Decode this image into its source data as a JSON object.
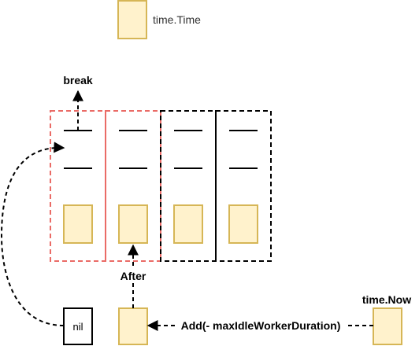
{
  "legend": {
    "label": "time.Time"
  },
  "labels": {
    "break": "break",
    "after": "After",
    "nil": "nil",
    "add": "Add(- maxIdleWorkerDuration)",
    "now": "time.Now"
  },
  "colors": {
    "box_fill": "#fff2cc",
    "box_stroke": "#d6b656",
    "red_dashed": "#ea6b66",
    "black": "#000000"
  }
}
